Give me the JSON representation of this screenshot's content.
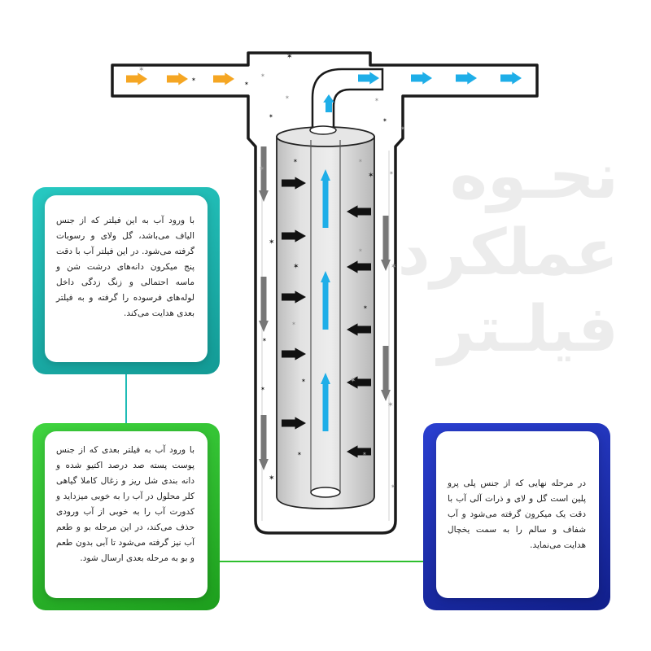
{
  "title": {
    "line1": "نحـوه",
    "line2": "عملکرد",
    "line3": "فیلـتر"
  },
  "cards": {
    "stage1": {
      "accent": "#1fbcb6",
      "text": "با ورود آب به این فیلتر که از جنس الیاف می‌باشد، گل ولای و رسوبات گرفته می‌شود. در این فیلتر آب با دقت پنج میکرون دانه‌های درشت شن و ماسه احتمالی و زنگ زدگی داخل لوله‌های فرسوده را گرفته و به فیلتر بعدی هدایت می‌کند."
    },
    "stage2": {
      "accent": "#2dbf2d",
      "text": "با ورود آب به فیلتر بعدی که از جنس پوست پسته صد درصد اکتیو شده و دانه بندی شل ریز و زغال کاملا گیاهی کلر محلول در آب را به خوبی میزداید و کدورت آب را به خوبی از آب ورودی حذف می‌کند، در این مرحله بو و طعم آب نیز گرفته می‌شود تا آبی بدون طعم و بو به مرحله بعدی ارسال شود."
    },
    "stage3": {
      "accent": "#1a2fb0",
      "text": "در مرحله نهایی که از جنس پلی پرو پلین است گل و لای و ذرات آلی آب با دقت یک میکرون گرفته می‌شود و آب شفاف و سالم را به سمت یخچال هدایت می‌نماید."
    }
  },
  "colors": {
    "inflow_arrow": "#f5a623",
    "clean_arrow": "#1eaee8",
    "pressure_arrow": "#111111",
    "sediment_arrow": "#777777",
    "outline": "#1a1a1a"
  }
}
